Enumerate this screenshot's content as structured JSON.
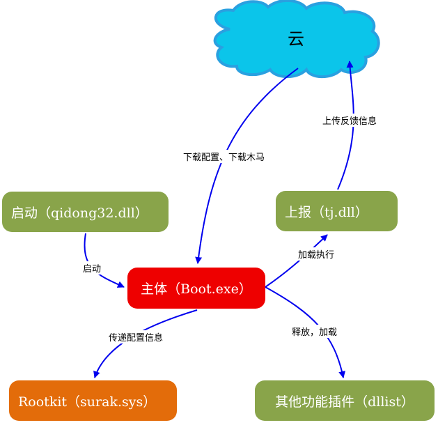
{
  "nodes": {
    "cloud": "云",
    "qidong": "启动（qidong32.dll）",
    "report": "上报（tj.dll）",
    "main": "主体（Boot.exe）",
    "rootkit": "Rootkit（surak.sys）",
    "plugin": "其他功能插件（dllist）"
  },
  "edges": {
    "cloud_to_main": "下载配置、下载木马",
    "report_to_cloud": "上传反馈信息",
    "qidong_to_main": "启动",
    "main_to_report": "加载执行",
    "main_to_rootkit": "传递配置信息",
    "main_to_plugin": "释放，加载"
  },
  "colors": {
    "cloud_fill": "#0bc5ea",
    "cloud_stroke": "#2aa0e0",
    "green_node": "#89a44a",
    "red_node": "#ee0000",
    "orange_node": "#e36c0a",
    "arrow": "#0000ee"
  }
}
